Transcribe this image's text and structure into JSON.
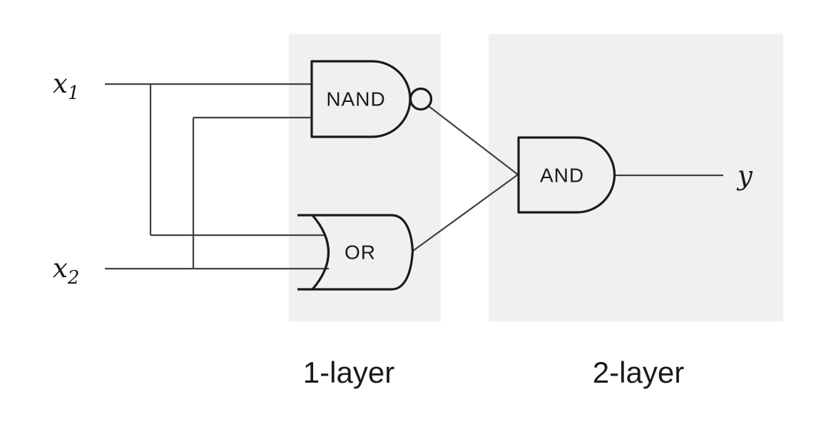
{
  "colors": {
    "background": "#ffffff",
    "panel": "#f0f0f0",
    "wire": "#404040",
    "gate_stroke": "#1a1a1a",
    "text": "#1a1a1a"
  },
  "inputs": [
    {
      "base": "x",
      "sub": "1"
    },
    {
      "base": "x",
      "sub": "2"
    }
  ],
  "output": {
    "label": "y"
  },
  "gates": {
    "nand": {
      "label": "NAND",
      "layer": 1
    },
    "or": {
      "label": "OR",
      "layer": 1
    },
    "and": {
      "label": "AND",
      "layer": 2
    }
  },
  "layers": {
    "layer1": {
      "label": "1-layer"
    },
    "layer2": {
      "label": "2-layer"
    }
  }
}
